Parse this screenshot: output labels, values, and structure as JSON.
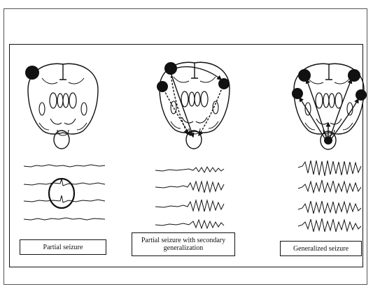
{
  "panels": [
    {
      "id": "partial",
      "caption": "Partial seizure"
    },
    {
      "id": "secondary",
      "caption": "Partial seizure with secondary generalization"
    },
    {
      "id": "generalized",
      "caption": "Generalized seizure"
    }
  ],
  "colors": {
    "line": "#111111",
    "focus": "#111111",
    "background": "#ffffff"
  }
}
